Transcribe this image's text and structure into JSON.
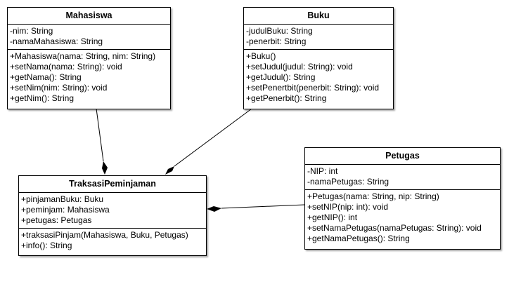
{
  "diagram": {
    "classes": {
      "mahasiswa": {
        "name": "Mahasiswa",
        "attributes": [
          "-nim: String",
          "-namaMahasiswa: String"
        ],
        "operations": [
          "+Mahasiswa(nama: String, nim: String)",
          "+setNama(nama: String): void",
          "+getNama(): String",
          "+setNim(nim: String): void",
          "+getNim(): String"
        ]
      },
      "buku": {
        "name": "Buku",
        "attributes": [
          "-judulBuku: String",
          "-penerbit: String"
        ],
        "operations": [
          "+Buku()",
          "+setJudul(judul: String): void",
          "+getJudul(): String",
          "+setPenertbit(penerbit: String): void",
          "+getPenerbit(): String"
        ]
      },
      "petugas": {
        "name": "Petugas",
        "attributes": [
          "-NIP: int",
          "-namaPetugas: String"
        ],
        "operations": [
          "+Petugas(nama: String, nip: String)",
          "+setNIP(nip: int): void",
          "+getNIP(): int",
          "+setNamaPetugas(namaPetugas: String): void",
          "+getNamaPetugas(): String"
        ]
      },
      "traksasi": {
        "name": "TraksasiPeminjaman",
        "attributes": [
          "+pinjamanBuku: Buku",
          "+peminjam: Mahasiswa",
          "+petugas: Petugas"
        ],
        "operations": [
          "+traksasiPinjam(Mahasiswa, Buku, Petugas)",
          "+info(): String"
        ]
      }
    },
    "relations": [
      {
        "from": "mahasiswa",
        "to": "traksasi",
        "type": "composition"
      },
      {
        "from": "buku",
        "to": "traksasi",
        "type": "composition"
      },
      {
        "from": "petugas",
        "to": "traksasi",
        "type": "composition"
      }
    ]
  }
}
